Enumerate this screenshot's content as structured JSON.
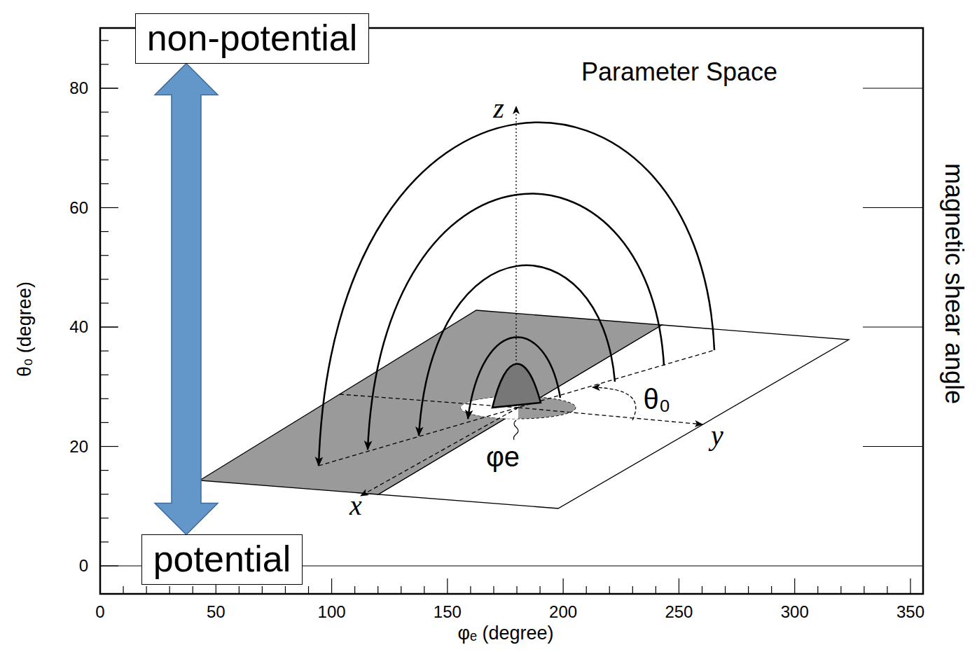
{
  "diagram": {
    "nodes": [
      {
        "text": [
          "non-potential"
        ]
      },
      {
        "text": [
          "potential"
        ]
      }
    ],
    "edges": [
      {
        "from": 0,
        "to": 1,
        "arrow": "both"
      }
    ],
    "labels": [
      "Parameter Space",
      "magnetic shear angle",
      "θ₀ (degree)",
      "φₑ (degree)",
      "0",
      "20",
      "40",
      "60",
      "80",
      "0",
      "50",
      "100",
      "150",
      "200",
      "250",
      "300",
      "350",
      "z",
      "y",
      "x",
      "θ₀",
      "φe"
    ]
  }
}
